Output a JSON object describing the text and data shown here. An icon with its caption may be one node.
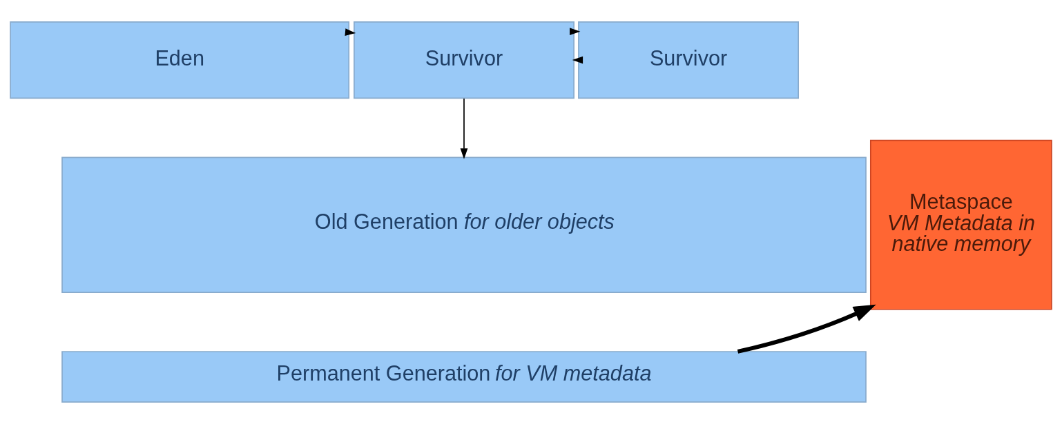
{
  "diagram": {
    "nodes": [
      {
        "text": [
          "Eden"
        ]
      },
      {
        "text": [
          "Survivor"
        ]
      },
      {
        "text": [
          "Survivor"
        ]
      },
      {
        "text": [
          "Old Generation *for older objects*"
        ]
      },
      {
        "text": [
          "Permanent Generation *for VM metadata*"
        ]
      },
      {
        "text": [
          "Metaspace",
          "VM Metadata in native memory"
        ]
      }
    ],
    "edges": [
      {
        "from": 0,
        "to": 1,
        "arrow": "to"
      },
      {
        "from": 2,
        "to": 1,
        "arrow": "to"
      },
      {
        "from": 1,
        "to": 2,
        "arrow": "to"
      },
      {
        "from": 1,
        "to": 3,
        "arrow": "to"
      },
      {
        "from": 4,
        "to": 5,
        "arrow": "to",
        "style": "thick"
      }
    ]
  }
}
